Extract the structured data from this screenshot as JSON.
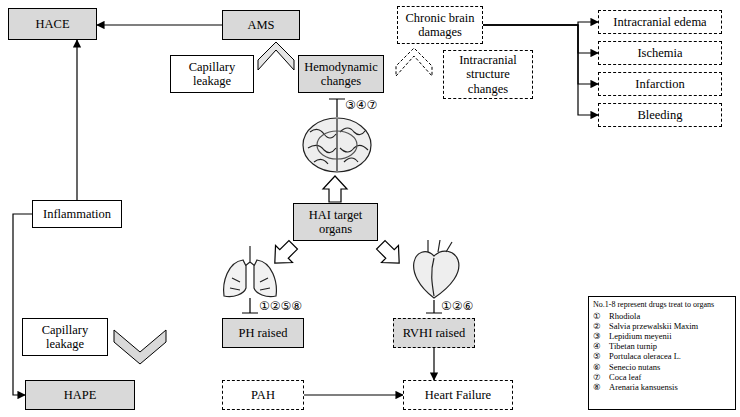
{
  "diagram": {
    "nodes": [
      {
        "text": [
          "HACE"
        ]
      },
      {
        "text": [
          "AMS"
        ]
      },
      {
        "text": [
          "Capillary leakage"
        ]
      },
      {
        "text": [
          "Hemodynamic changes"
        ]
      },
      {
        "text": [
          "Chronic brain damages"
        ]
      },
      {
        "text": [
          "Intracranial structure changes"
        ]
      },
      {
        "text": [
          "Intracranial edema"
        ]
      },
      {
        "text": [
          "Ischemia"
        ]
      },
      {
        "text": [
          "Infarction"
        ]
      },
      {
        "text": [
          "Bleeding"
        ]
      },
      {
        "text": [
          "Inflammation"
        ]
      },
      {
        "text": [
          "HAI target organs"
        ]
      },
      {
        "text": [
          "Capillary leakage"
        ]
      },
      {
        "text": [
          "PH raised"
        ]
      },
      {
        "text": [
          "RVHI raised"
        ]
      },
      {
        "text": [
          "HAPE"
        ]
      },
      {
        "text": [
          "PAH"
        ]
      },
      {
        "text": [
          "Heart Failure"
        ]
      },
      {
        "text": [
          "No.1-8 represent drugs treat to organs",
          "①",
          "Rhodiola",
          "②",
          "Salvia przewalskii Maxim",
          "③",
          "Lepidium meyenii",
          "④",
          "Tibetan turnip",
          "⑤",
          "Portulaca oleracea L.",
          "⑥",
          "Senecio nutans",
          "⑦",
          "Coca leaf",
          "⑧",
          "Arenaria kansuensis"
        ]
      }
    ],
    "edges": [
      {
        "from": 1,
        "to": 0,
        "arrow": "to"
      },
      {
        "from": 10,
        "to": 0,
        "arrow": "to"
      },
      {
        "from": 10,
        "to": 15,
        "arrow": "to"
      },
      {
        "from": 16,
        "to": 17,
        "arrow": "to"
      },
      {
        "from": 14,
        "to": 17,
        "arrow": "to"
      },
      {
        "from": 4,
        "to": 6,
        "arrow": "to"
      },
      {
        "from": 4,
        "to": 7,
        "arrow": "to"
      },
      {
        "from": 4,
        "to": 8,
        "arrow": "to"
      },
      {
        "from": 4,
        "to": 9,
        "arrow": "to"
      }
    ],
    "labels": [
      "③④⑦",
      "①②⑤⑧",
      "①②⑥"
    ]
  }
}
